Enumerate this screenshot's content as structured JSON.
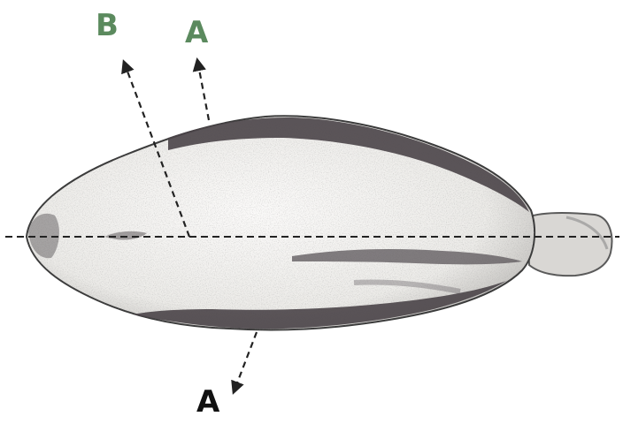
{
  "labels": {
    "b": "B",
    "a_top": "A",
    "a_bottom": "A"
  },
  "colors": {
    "label_green": "#5b8a5e",
    "label_black": "#111111",
    "outline": "#2c2c2c",
    "dark_band": "#4a4448",
    "body_fill": "#f4f3f1",
    "dash": "#222222"
  }
}
